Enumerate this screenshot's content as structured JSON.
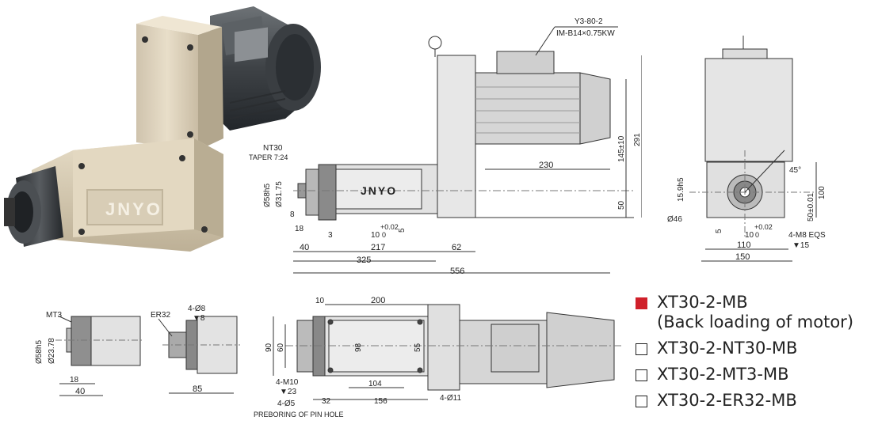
{
  "photo": {
    "brand": "JNYO"
  },
  "front_view": {
    "motor_label_1": "Y3-80-2",
    "motor_label_2": "IM-B14×0.75KW",
    "nt30": "NT30",
    "taper": "TAPER 7:24",
    "brand": "JNYO",
    "d_58h5": "Ø58h5",
    "d_31_75": "Ø31.75",
    "d8": "8",
    "d18": "18",
    "d3": "3",
    "d10": "10",
    "tol_up": "+0.02",
    "tol_lo": "0",
    "d5": "5",
    "d40": "40",
    "d217": "217",
    "d62": "62",
    "d325": "325",
    "d556": "556",
    "d230": "230",
    "d145": "145±10",
    "d291": "291",
    "d50": "50"
  },
  "side_view": {
    "d45": "45°",
    "d15_9": "15.9h5",
    "d100": "100",
    "d50": "50±0.01",
    "d46": "Ø46",
    "d5": "5",
    "d10": "10",
    "tol_up": "+0.02",
    "tol_lo": "0",
    "d4m8": "4-M8 EQS",
    "d_depth": "▼15",
    "d110": "110",
    "d150": "150"
  },
  "mt3_view": {
    "mt3": "MT3",
    "d58": "Ø58h5",
    "d23": "Ø23.78",
    "d18": "18",
    "d40": "40"
  },
  "er32_view": {
    "er32": "ER32",
    "d4_8": "4-Ø8",
    "d_depth": "▼8",
    "d85": "85"
  },
  "top_view": {
    "d10": "10",
    "d200": "200",
    "d90": "90",
    "d60": "60",
    "d98": "98",
    "d55": "55",
    "d4m10": "4-M10",
    "d_depth": "▼23",
    "d4_5": "4-Ø5",
    "d32": "32",
    "d104": "104",
    "d156": "156",
    "d4_11": "4-Ø11",
    "preboring": "PREBORING OF PIN HOLE"
  },
  "legend": {
    "items": [
      {
        "label": "XT30-2-MB",
        "sub": "(Back loading of motor)",
        "selected": true
      },
      {
        "label": "XT30-2-NT30-MB",
        "sub": "",
        "selected": false
      },
      {
        "label": "XT30-2-MT3-MB",
        "sub": "",
        "selected": false
      },
      {
        "label": "XT30-2-ER32-MB",
        "sub": "",
        "selected": false
      }
    ],
    "selected_color": "#d0202a"
  }
}
